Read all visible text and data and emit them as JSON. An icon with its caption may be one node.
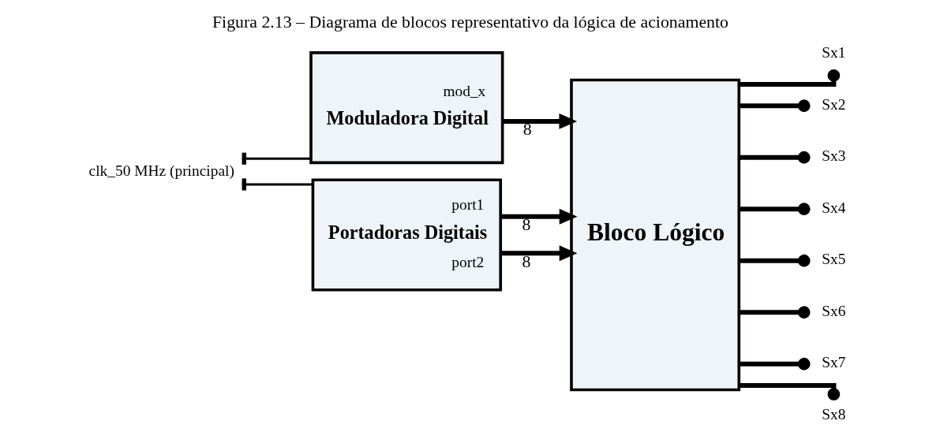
{
  "diagram": {
    "title": "Figura 2.13 – Diagrama de blocos representativo da lógica de acionamento",
    "nodes": [
      {
        "text": [
          "clk_50 MHz (principal)"
        ]
      },
      {
        "text": [
          "mod_x",
          "Moduladora Digital"
        ]
      },
      {
        "text": [
          "port1",
          "Portadoras Digitais",
          "port2"
        ]
      },
      {
        "text": [
          "Bloco Lógico"
        ]
      },
      {
        "text": [
          "Sx1"
        ]
      },
      {
        "text": [
          "Sx2"
        ]
      },
      {
        "text": [
          "Sx3"
        ]
      },
      {
        "text": [
          "Sx4"
        ]
      },
      {
        "text": [
          "Sx5"
        ]
      },
      {
        "text": [
          "Sx6"
        ]
      },
      {
        "text": [
          "Sx7"
        ]
      },
      {
        "text": [
          "Sx8"
        ]
      }
    ],
    "edges": [
      {
        "from": 0,
        "to": 1,
        "arrow": "other"
      },
      {
        "from": 0,
        "to": 2,
        "arrow": "other"
      },
      {
        "from": 1,
        "to": 3,
        "arrow": "to",
        "label": "8"
      },
      {
        "from": 2,
        "to": 3,
        "arrow": "to",
        "label": "8"
      },
      {
        "from": 2,
        "to": 3,
        "arrow": "to",
        "label": "8"
      },
      {
        "from": 3,
        "to": 4,
        "arrow": "other"
      },
      {
        "from": 3,
        "to": 5,
        "arrow": "other"
      },
      {
        "from": 3,
        "to": 6,
        "arrow": "other"
      },
      {
        "from": 3,
        "to": 7,
        "arrow": "other"
      },
      {
        "from": 3,
        "to": 8,
        "arrow": "other"
      },
      {
        "from": 3,
        "to": 9,
        "arrow": "other"
      },
      {
        "from": 3,
        "to": 10,
        "arrow": "other"
      },
      {
        "from": 3,
        "to": 11,
        "arrow": "other"
      }
    ]
  }
}
